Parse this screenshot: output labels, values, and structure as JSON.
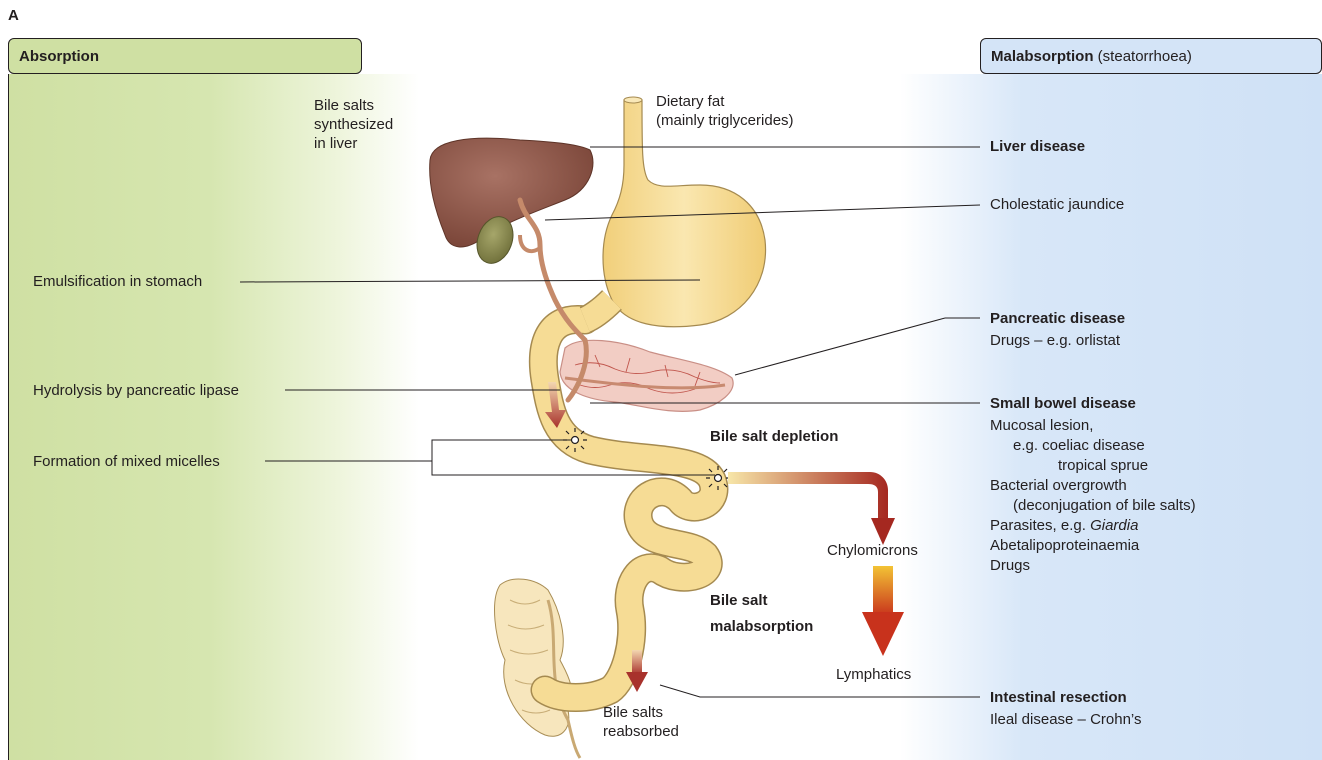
{
  "panel_letter": "A",
  "absorption_tab": "Absorption",
  "malabsorption_tab": {
    "title": "Malabsorption",
    "suffix": " (steatorrhoea)"
  },
  "left_labels": {
    "bile_salts_1": "Bile salts",
    "bile_salts_2": "synthesized",
    "bile_salts_3": "in liver",
    "emulsification": "Emulsification in stomach",
    "hydrolysis": "Hydrolysis by pancreatic lipase",
    "micelles": "Formation of mixed micelles"
  },
  "center_labels": {
    "dietary_fat_1": "Dietary fat",
    "dietary_fat_2": "(mainly triglycerides)",
    "bile_depletion": "Bile salt depletion",
    "chylomicrons": "Chylomicrons",
    "bile_malabsorption_1": "Bile salt",
    "bile_malabsorption_2": "malabsorption",
    "lymphatics": "Lymphatics",
    "reabsorbed_1": "Bile salts",
    "reabsorbed_2": "reabsorbed"
  },
  "right_labels": {
    "liver_disease": "Liver disease",
    "cholestatic": "Cholestatic jaundice",
    "pancreatic_disease": "Pancreatic disease",
    "drugs_orlistat": "Drugs – e.g. orlistat",
    "small_bowel": "Small bowel disease",
    "mucosal": "Mucosal lesion,",
    "coeliac": "e.g. coeliac disease",
    "sprue": "tropical sprue",
    "bacterial": "Bacterial overgrowth",
    "deconjugation": "(deconjugation of bile salts)",
    "parasites_prefix": "Parasites, e.g. ",
    "parasites_italic": "Giardia",
    "abetalipo": "Abetalipoproteinaemia",
    "drugs": "Drugs",
    "intestinal_resection": "Intestinal resection",
    "ileal": "Ileal disease – Crohn’s"
  },
  "colors": {
    "absorption_panel": "#cfe0a3",
    "malabsorption_panel": "#d4e4f7",
    "gut": "#f6dc95",
    "liver": "#8e5a4c",
    "gallbladder": "#8a8a4e",
    "pancreas": "#f0c8c0",
    "arrow_red": "#c0302a",
    "arrow_yellow": "#f5c242"
  }
}
